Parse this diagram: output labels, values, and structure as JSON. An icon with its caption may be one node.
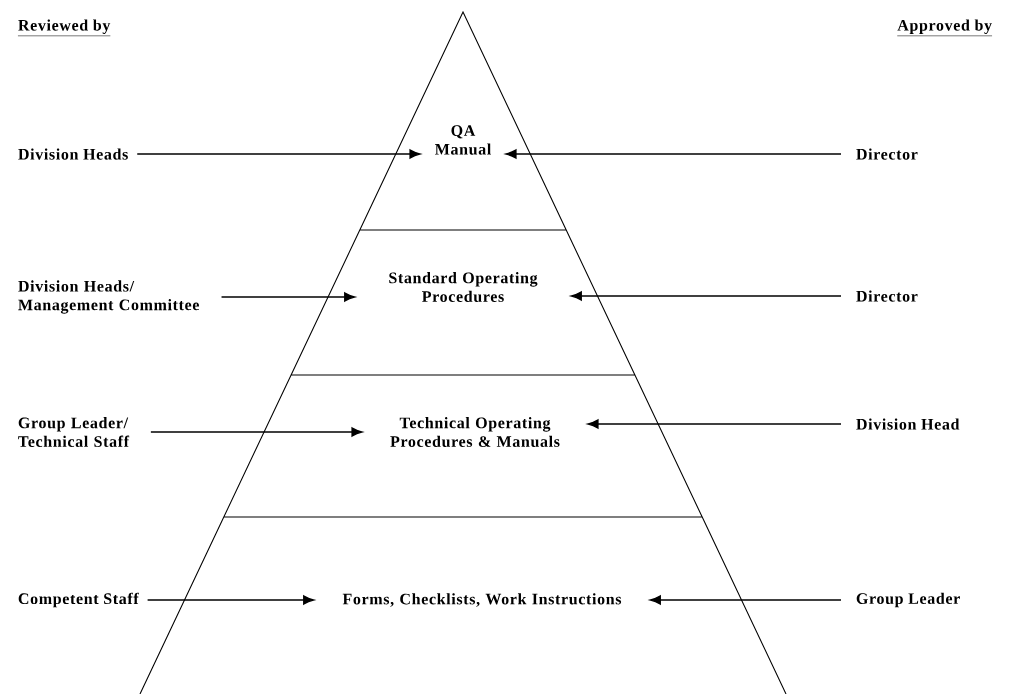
{
  "diagram": {
    "nodes": [
      {
        "text": [
          "QA Manual"
        ]
      },
      {
        "text": [
          "Standard Operating Procedures"
        ]
      },
      {
        "text": [
          "Technical Operating Procedures & Manuals"
        ]
      },
      {
        "text": [
          "Forms, Checklists, Work Instructions"
        ]
      },
      {
        "text": [
          "Division Heads"
        ]
      },
      {
        "text": [
          "Director"
        ]
      },
      {
        "text": [
          "Division Heads/ Management Committee"
        ]
      },
      {
        "text": [
          "Director"
        ]
      },
      {
        "text": [
          "Group Leader/ Technical Staff"
        ]
      },
      {
        "text": [
          "Division Head"
        ]
      },
      {
        "text": [
          "Competent Staff"
        ]
      },
      {
        "text": [
          "Group Leader"
        ]
      }
    ],
    "edges": [
      {
        "from": 4,
        "to": 0,
        "arrow": "to"
      },
      {
        "from": 5,
        "to": 0,
        "arrow": "to"
      },
      {
        "from": 6,
        "to": 1,
        "arrow": "to"
      },
      {
        "from": 7,
        "to": 1,
        "arrow": "to"
      },
      {
        "from": 8,
        "to": 2,
        "arrow": "to"
      },
      {
        "from": 9,
        "to": 2,
        "arrow": "to"
      },
      {
        "from": 10,
        "to": 3,
        "arrow": "to"
      },
      {
        "from": 11,
        "to": 3,
        "arrow": "to"
      }
    ],
    "labels": [
      "Reviewed by",
      "Approved by"
    ]
  }
}
